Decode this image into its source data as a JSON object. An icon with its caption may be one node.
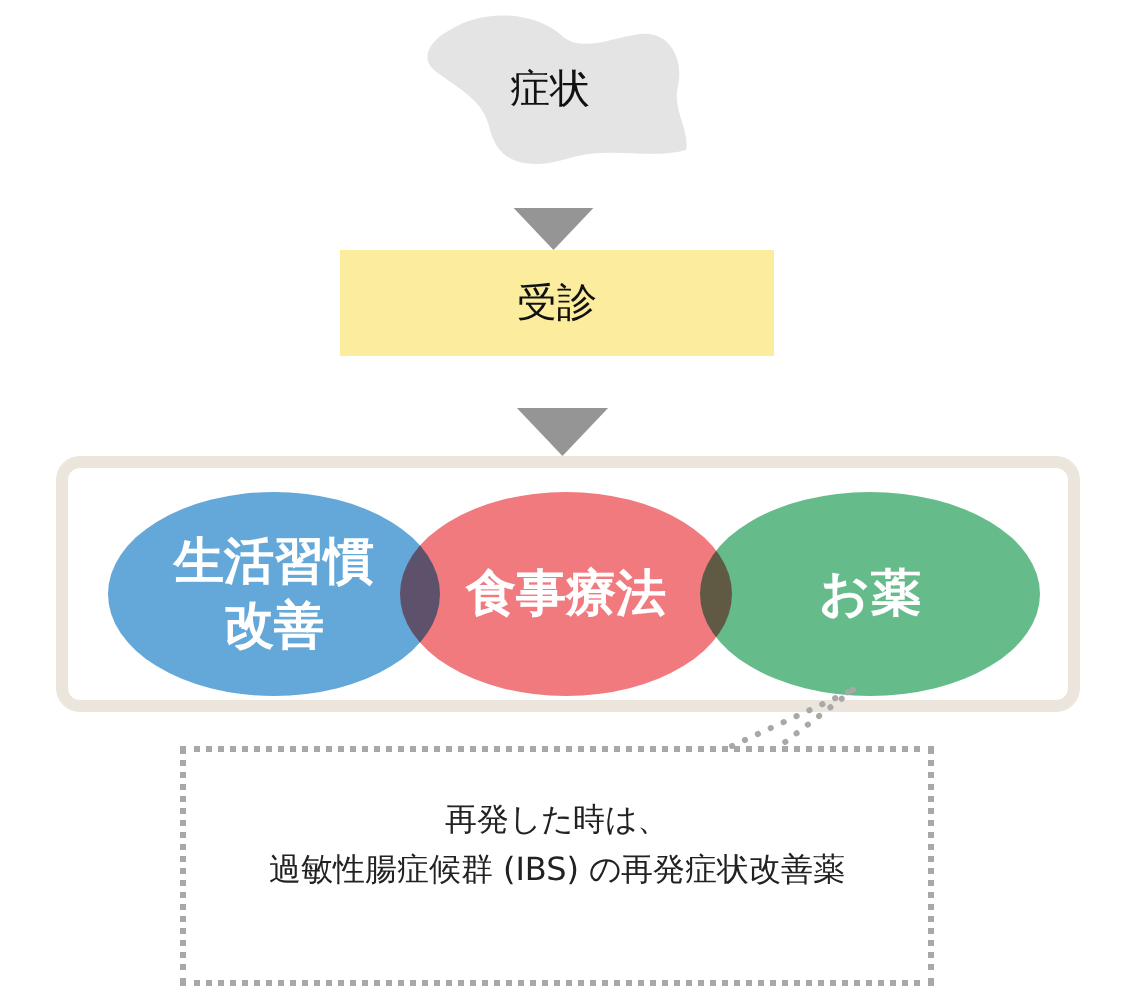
{
  "diagram": {
    "nodes": [
      {
        "text": [
          "症状"
        ]
      },
      {
        "text": [
          "受診"
        ]
      },
      {
        "text": [],
        "shape": "box"
      },
      {
        "text": [
          "生活習慣改善"
        ],
        "in": 2
      },
      {
        "text": [
          "食事療法"
        ],
        "in": 2
      },
      {
        "text": [
          "お薬"
        ],
        "in": 2
      },
      {
        "text": [
          "再発した時は、",
          "過敏性腸症候群 (IBS) の再発症状改善薬"
        ]
      }
    ],
    "edges": [
      {
        "from": 0,
        "to": 1,
        "arrow": "to"
      },
      {
        "from": 1,
        "to": 2,
        "arrow": "to"
      },
      {
        "from": 6,
        "to": 5,
        "arrow": "none",
        "style": "dashed"
      }
    ]
  }
}
